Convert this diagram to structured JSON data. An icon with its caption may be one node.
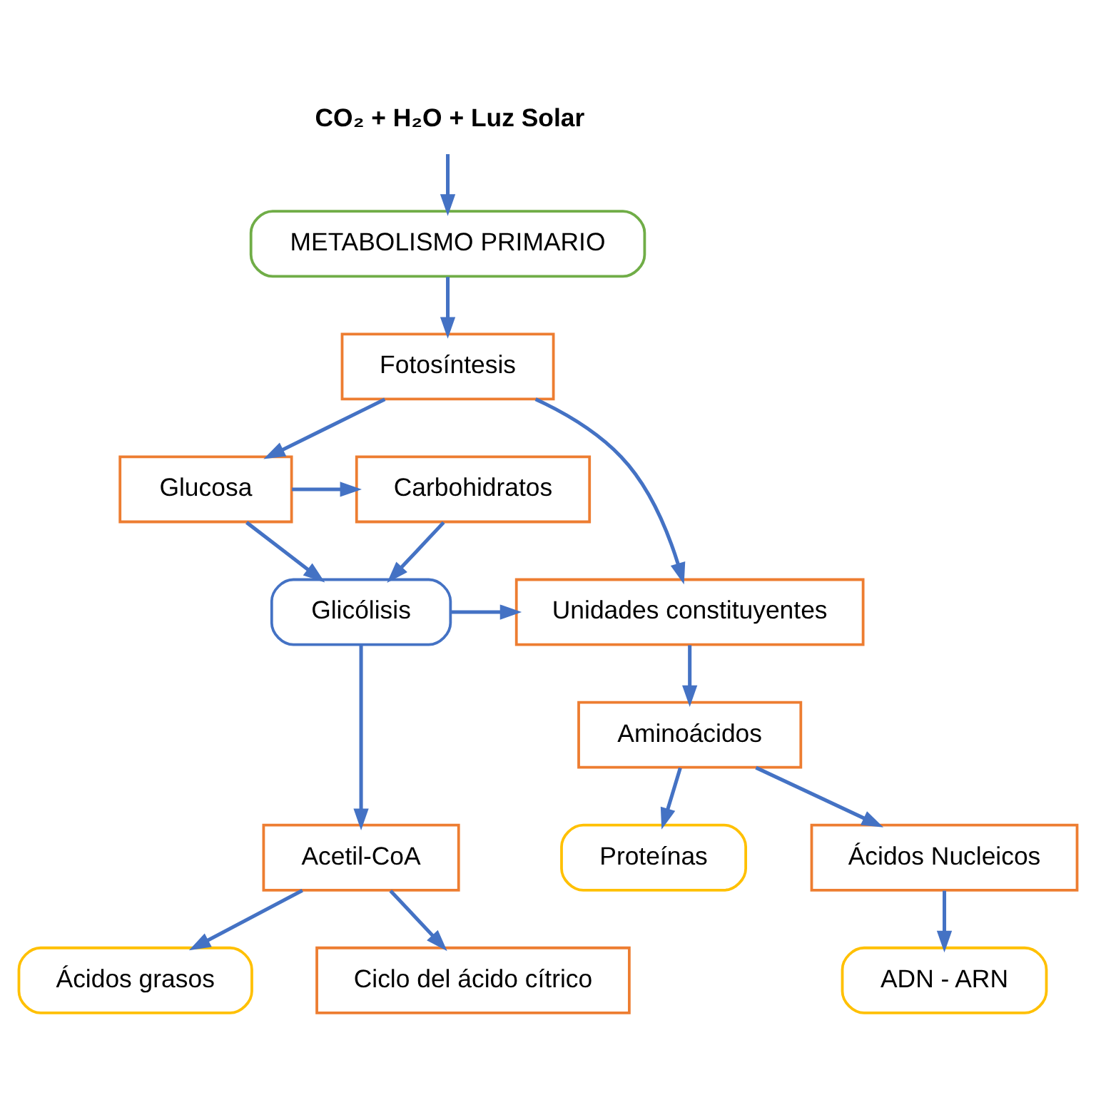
{
  "diagram": {
    "nodes": [
      {
        "text": [
          "CO₂ + H₂O + Luz Solar"
        ]
      },
      {
        "text": [
          "METABOLISMO PRIMARIO"
        ]
      },
      {
        "text": [
          "Fotosíntesis"
        ]
      },
      {
        "text": [
          "Glucosa"
        ]
      },
      {
        "text": [
          "Carbohidratos"
        ]
      },
      {
        "text": [
          "Unidades constituyentes"
        ]
      },
      {
        "text": [
          "Glicólisis"
        ]
      },
      {
        "text": [
          "Aminoácidos"
        ]
      },
      {
        "text": [
          "Ácidos grasos"
        ]
      },
      {
        "text": [
          "Proteínas"
        ]
      },
      {
        "text": [
          "Acetil-CoA"
        ]
      },
      {
        "text": [
          "Ácidos Nucleicos"
        ]
      },
      {
        "text": [
          "Ciclo del ácido cítrico"
        ]
      },
      {
        "text": [
          "ADN - ARN"
        ]
      }
    ],
    "edges": [
      {
        "from": 0,
        "to": 1,
        "arrow": "to"
      },
      {
        "from": 1,
        "to": 2,
        "arrow": "to"
      },
      {
        "from": 2,
        "to": 5,
        "arrow": "to"
      },
      {
        "from": 2,
        "to": 3,
        "arrow": "to"
      },
      {
        "from": 3,
        "to": 4,
        "arrow": "to"
      },
      {
        "from": 3,
        "to": 6,
        "arrow": "to"
      },
      {
        "from": 4,
        "to": 6,
        "arrow": "to"
      },
      {
        "from": 6,
        "to": 5,
        "arrow": "to"
      },
      {
        "from": 5,
        "to": 7,
        "arrow": "to"
      },
      {
        "from": 7,
        "to": 9,
        "arrow": "to"
      },
      {
        "from": 7,
        "to": 11,
        "arrow": "to"
      },
      {
        "from": 6,
        "to": 10,
        "arrow": "to"
      },
      {
        "from": 10,
        "to": 8,
        "arrow": "to"
      },
      {
        "from": 10,
        "to": 12,
        "arrow": "to"
      },
      {
        "from": 11,
        "to": 13,
        "arrow": "to"
      }
    ]
  }
}
